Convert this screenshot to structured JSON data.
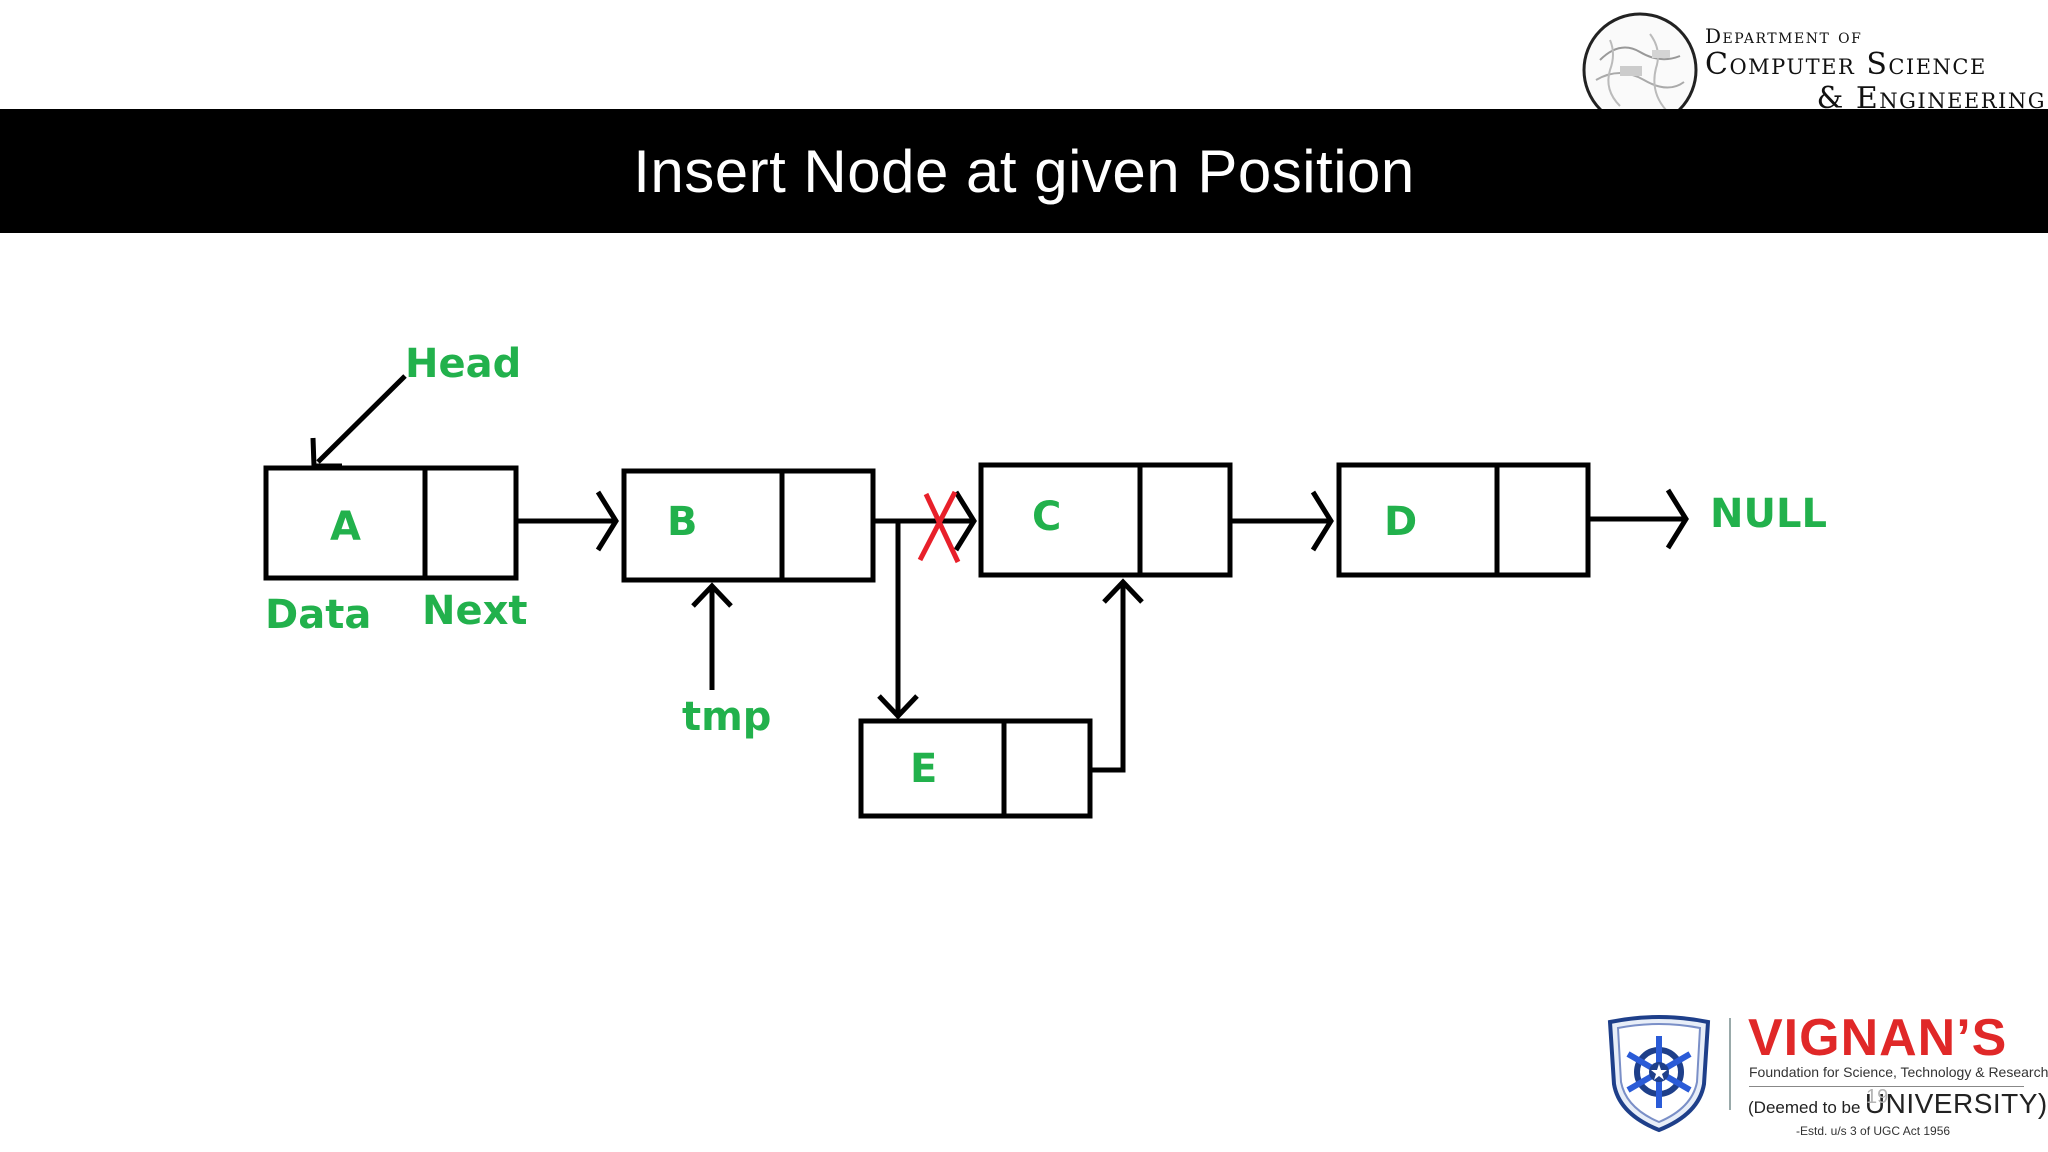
{
  "header": {
    "dept_line1": "Department of",
    "dept_line2": "Computer Science",
    "dept_line3": "& Engineering"
  },
  "title": "Insert Node at given Position",
  "diagram": {
    "nodes": [
      "A",
      "B",
      "C",
      "D",
      "E"
    ],
    "labels": {
      "head": "Head",
      "data": "Data",
      "next": "Next",
      "tmp": "tmp",
      "null": "NULL"
    },
    "label_color": "#22b14c",
    "cross_color": "#e8202a"
  },
  "footer": {
    "university_name": "VIGNAN’S",
    "university_sub": "Foundation for Science, Technology & Research",
    "deemed_prefix": "(Deemed to be",
    "deemed_word": "UNIVERSITY)",
    "estd": "-Estd. u/s 3 of UGC Act 1956",
    "slide_number": "19",
    "brand_color": "#e02828"
  }
}
